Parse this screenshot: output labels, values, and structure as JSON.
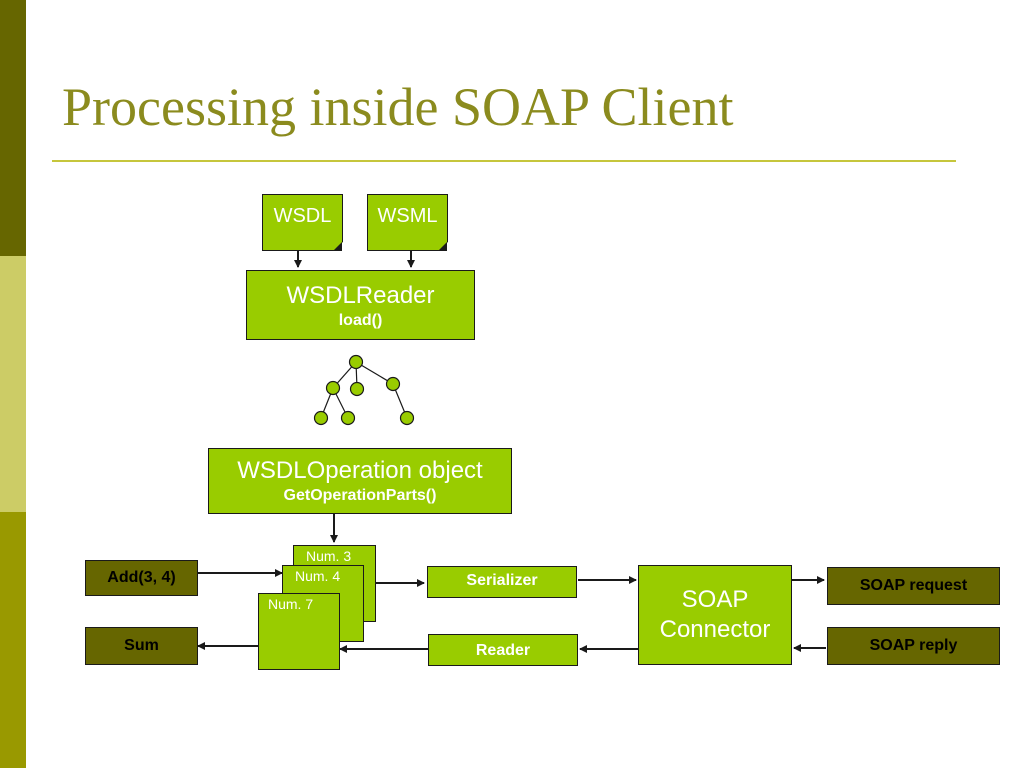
{
  "slide": {
    "title": "Processing inside SOAP Client"
  },
  "inputs": {
    "wsdl": "WSDL",
    "wsml": "WSML"
  },
  "wsdl_reader": {
    "title": "WSDLReader",
    "method": "load()"
  },
  "wsdl_operation": {
    "title": "WSDLOperation object",
    "method": "GetOperationParts()"
  },
  "parts": [
    "Num. 3",
    "Num. 4",
    "Num. 7"
  ],
  "call": {
    "input": "Add(3, 4)",
    "output": "Sum"
  },
  "serializer": "Serializer",
  "reader": "Reader",
  "connector": {
    "line1": "SOAP",
    "line2": "Connector"
  },
  "messages": {
    "request": "SOAP request",
    "reply": "SOAP reply"
  },
  "colors": {
    "title": "#8b8b1e",
    "box_green": "#99cc00",
    "box_olive": "#666600",
    "strip_dark": "#666600",
    "strip_light": "#cccc66",
    "strip_mid": "#999900"
  }
}
